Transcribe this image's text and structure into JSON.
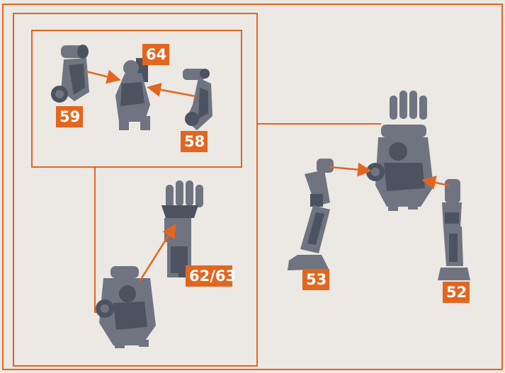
{
  "colors": {
    "background": "#ece8e4",
    "accent": "#e2661f",
    "part": "#6f7480",
    "part_dark": "#4d5260",
    "part_light": "#9ca1ab"
  },
  "callouts": {
    "part_64": "64",
    "part_59": "59",
    "part_58": "58",
    "part_62_63": "62/63",
    "part_53": "53",
    "part_52": "52"
  }
}
